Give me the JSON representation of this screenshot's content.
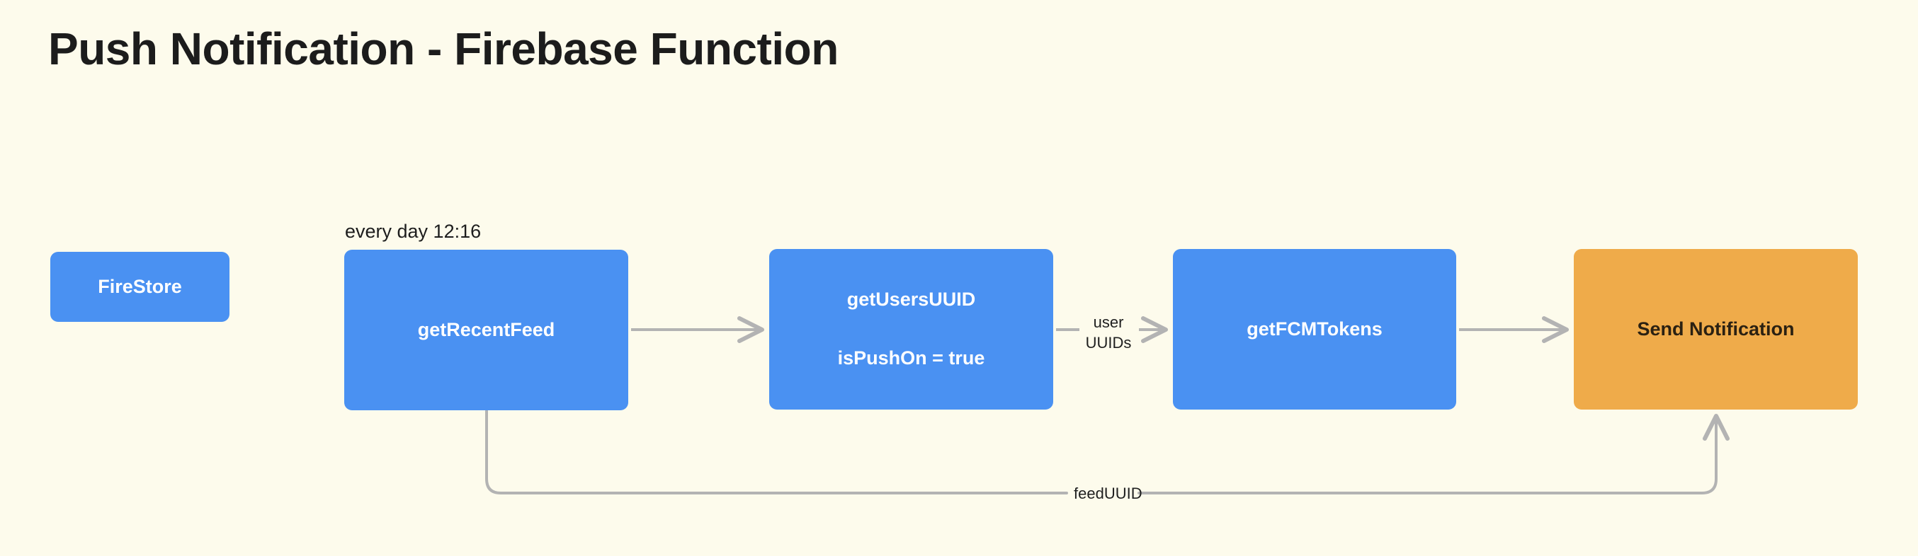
{
  "page": {
    "title": "Push Notification - Firebase Function",
    "background_color": "#fdfbec",
    "title_color": "#1c1c1c"
  },
  "colors": {
    "node_blue": "#4a91f2",
    "node_orange": "#efab4a",
    "edge_gray": "#b3b3b3",
    "blue_text": "#ffffff",
    "orange_text": "#2b2112"
  },
  "diagram": {
    "nodes": [
      {
        "id": "firestore",
        "label": "FireStore",
        "color": "#4a91f2",
        "shape": "rounded-rect"
      },
      {
        "id": "get-recent-feed",
        "label": "getRecentFeed",
        "color": "#4a91f2",
        "shape": "rounded-rect"
      },
      {
        "id": "get-users-uuid",
        "label": "getUsersUUID",
        "sub_label": "isPushOn = true",
        "color": "#4a91f2",
        "shape": "rounded-rect"
      },
      {
        "id": "get-fcm-tokens",
        "label": "getFCMTokens",
        "color": "#4a91f2",
        "shape": "rounded-rect"
      },
      {
        "id": "send-notification",
        "label": "Send Notification",
        "color": "#efab4a",
        "shape": "rounded-rect"
      }
    ],
    "annotations": {
      "schedule": "every day 12:16"
    },
    "edges": [
      {
        "id": "feed-to-users",
        "from": "get-recent-feed",
        "to": "get-users-uuid",
        "label": "",
        "arrow": "end"
      },
      {
        "id": "users-to-tokens",
        "from": "get-users-uuid",
        "to": "get-fcm-tokens",
        "label": "user UUIDs",
        "arrow": "end"
      },
      {
        "id": "tokens-to-send",
        "from": "get-fcm-tokens",
        "to": "send-notification",
        "label": "",
        "arrow": "end"
      },
      {
        "id": "feed-to-send",
        "from": "get-recent-feed",
        "to": "send-notification",
        "label": "feedUUID",
        "arrow": "end"
      }
    ]
  }
}
